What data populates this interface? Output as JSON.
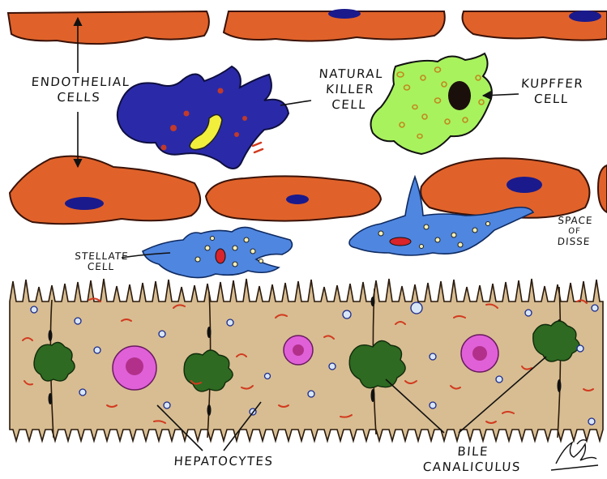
{
  "labels": {
    "endothelial_line1": "ENDOTHELIAL",
    "endothelial_line2": "CELLS",
    "natural_killer_line1": "NATURAL",
    "natural_killer_line2": "KILLER",
    "natural_killer_line3": "CELL",
    "kupffer_line1": "KUPFFER",
    "kupffer_line2": "CELL",
    "space_line1": "SPACE",
    "space_line2": "OF",
    "space_line3": "DISSE",
    "stellate_line1": "STELLATE",
    "stellate_line2": "CELL",
    "hepatocytes": "HEPATOCYTES",
    "bile_line1": "BILE",
    "bile_line2": "CANALICULUS"
  },
  "colors": {
    "endothelial": "#e0622a",
    "endothelial_nucleus": "#1a1a8c",
    "nk_cell": "#2a2aa8",
    "nk_nucleus": "#f2ee3c",
    "kupffer": "#a8f25e",
    "stellate": "#4f86e0",
    "hepatocyte": "#d8bd92",
    "hepatocyte_nucleus": "#e060d8",
    "bile_canaliculus": "#2e6a22",
    "granule": "#d23a1e"
  },
  "icons": {
    "signature": "artist-signature"
  }
}
